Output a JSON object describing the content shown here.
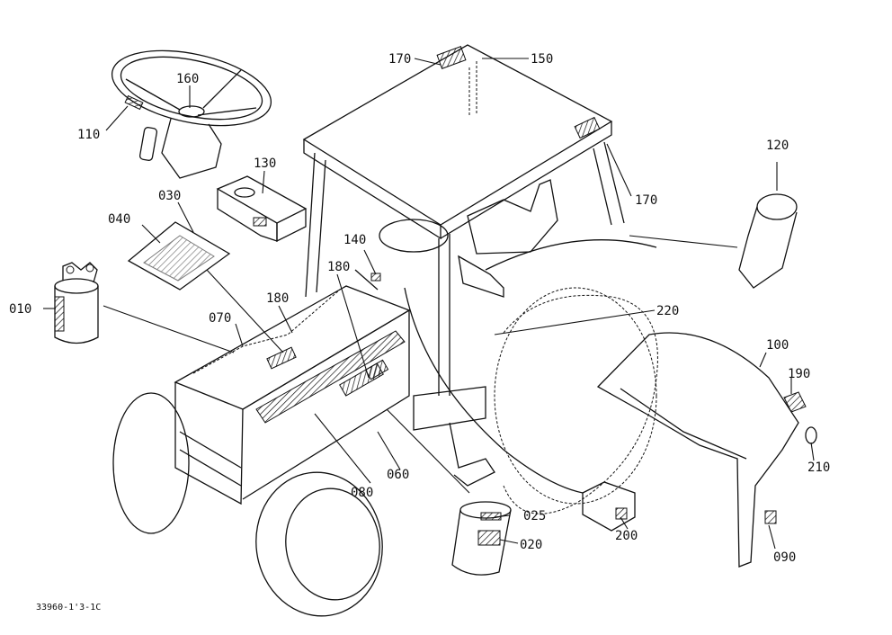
{
  "drawing_code": "33960-1'3-1C",
  "labels": {
    "p010": "010",
    "p020": "020",
    "p025": "025",
    "p030": "030",
    "p040": "040",
    "p060": "060",
    "p070": "070",
    "p080": "080",
    "p090": "090",
    "p100": "100",
    "p110": "110",
    "p120": "120",
    "p130": "130",
    "p140": "140",
    "p150": "150",
    "p160": "160",
    "p170a": "170",
    "p170b": "170",
    "p180a": "180",
    "p180b": "180",
    "p190": "190",
    "p200": "200",
    "p210": "210",
    "p220": "220"
  }
}
